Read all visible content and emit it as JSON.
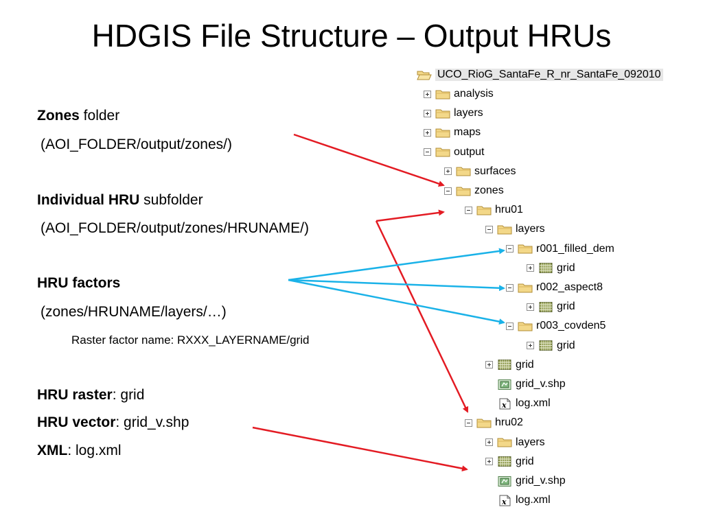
{
  "title": "HDGIS File Structure – Output HRUs",
  "notes": {
    "zones_bold": "Zones",
    "zones_rest": " folder",
    "zones_path": "(AOI_FOLDER/output/zones/)",
    "hru_bold": "Individual HRU",
    "hru_rest": " subfolder",
    "hru_path": "(AOI_FOLDER/output/zones/HRUNAME/)",
    "factors_bold": "HRU factors",
    "factors_path": "(zones/HRUNAME/layers/…)",
    "factor_name": "Raster factor name: RXXX_LAYERNAME/grid",
    "raster_bold": "HRU raster",
    "raster_rest": ": grid",
    "vector_bold": "HRU vector",
    "vector_rest": ": grid_v.shp",
    "xml_bold": "XML",
    "xml_rest": ": log.xml"
  },
  "tree": {
    "root": "UCO_RioG_SantaFe_R_nr_SantaFe_092010",
    "nodes": [
      {
        "label": "analysis",
        "icon": "folder-icon",
        "toggle": "plus"
      },
      {
        "label": "layers",
        "icon": "folder-icon",
        "toggle": "plus"
      },
      {
        "label": "maps",
        "icon": "folder-icon",
        "toggle": "plus"
      },
      {
        "label": "output",
        "icon": "folder-icon",
        "toggle": "minus"
      },
      {
        "label": "surfaces",
        "icon": "folder-icon",
        "toggle": "plus"
      },
      {
        "label": "zones",
        "icon": "folder-icon",
        "toggle": "minus"
      },
      {
        "label": "hru01",
        "icon": "folder-icon",
        "toggle": "minus"
      },
      {
        "label": "layers",
        "icon": "folder-icon",
        "toggle": "minus"
      },
      {
        "label": "r001_filled_dem",
        "icon": "folder-icon",
        "toggle": "minus"
      },
      {
        "label": "grid",
        "icon": "raster-grid-icon",
        "toggle": "plus"
      },
      {
        "label": "r002_aspect8",
        "icon": "folder-icon",
        "toggle": "minus"
      },
      {
        "label": "grid",
        "icon": "raster-grid-icon",
        "toggle": "plus"
      },
      {
        "label": "r003_covden5",
        "icon": "folder-icon",
        "toggle": "minus"
      },
      {
        "label": "grid",
        "icon": "raster-grid-icon",
        "toggle": "plus"
      },
      {
        "label": "grid",
        "icon": "raster-grid-icon",
        "toggle": "plus"
      },
      {
        "label": "grid_v.shp",
        "icon": "shapefile-icon",
        "toggle": "none"
      },
      {
        "label": "log.xml",
        "icon": "xml-file-icon",
        "toggle": "none"
      },
      {
        "label": "hru02",
        "icon": "folder-icon",
        "toggle": "minus"
      },
      {
        "label": "layers",
        "icon": "folder-icon",
        "toggle": "plus"
      },
      {
        "label": "grid",
        "icon": "raster-grid-icon",
        "toggle": "plus"
      },
      {
        "label": "grid_v.shp",
        "icon": "shapefile-icon",
        "toggle": "none"
      },
      {
        "label": "log.xml",
        "icon": "xml-file-icon",
        "toggle": "none"
      }
    ]
  },
  "colors": {
    "red_arrow": "#e31b23",
    "blue_arrow": "#1ab2e8",
    "folder_fill": "#f3d889",
    "folder_stroke": "#b08c35",
    "raster_fill": "#8e9a4c",
    "shape_fill": "#7fb77e"
  }
}
